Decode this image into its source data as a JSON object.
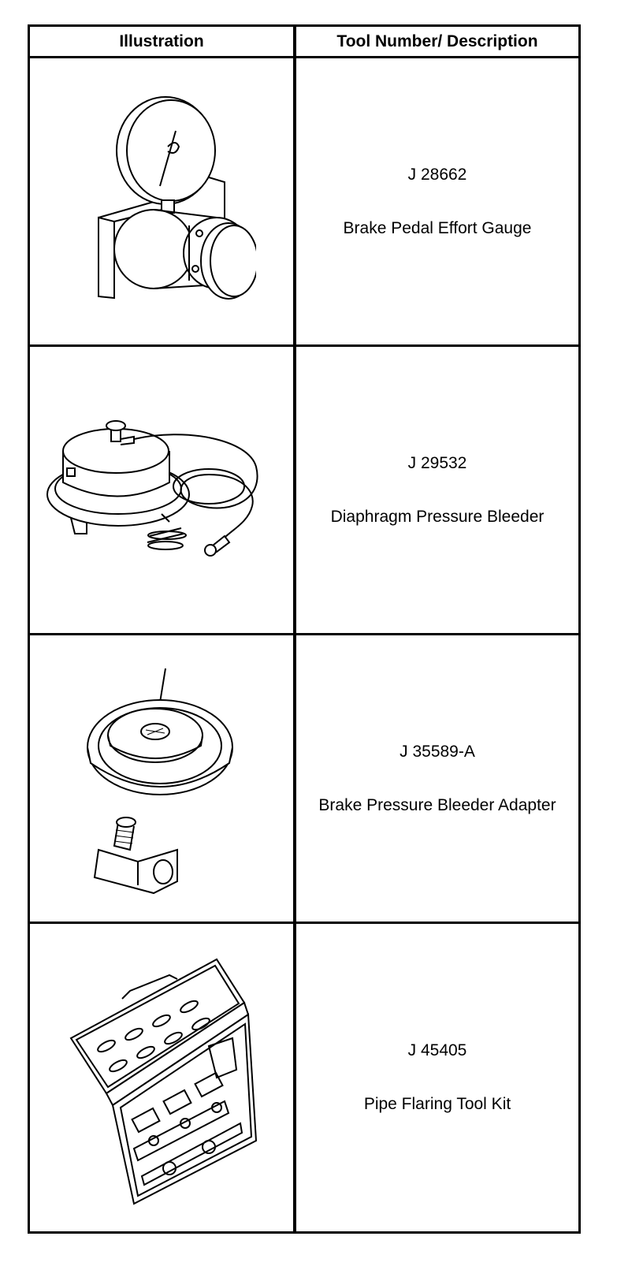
{
  "table": {
    "headers": {
      "illustration": "Illustration",
      "tool_description": "Tool Number/ Description"
    },
    "rows": [
      {
        "number": "J 28662",
        "description": "Brake Pedal Effort Gauge",
        "icon": "pressure-gauge-icon"
      },
      {
        "number": "J 29532",
        "description": "Diaphragm Pressure Bleeder",
        "icon": "pressure-bleeder-icon"
      },
      {
        "number": "J 35589-A",
        "description": "Brake Pressure Bleeder Adapter",
        "icon": "bleeder-adapter-icon"
      },
      {
        "number": "J 45405",
        "description": "Pipe Flaring Tool Kit",
        "icon": "flaring-kit-icon"
      }
    ]
  }
}
